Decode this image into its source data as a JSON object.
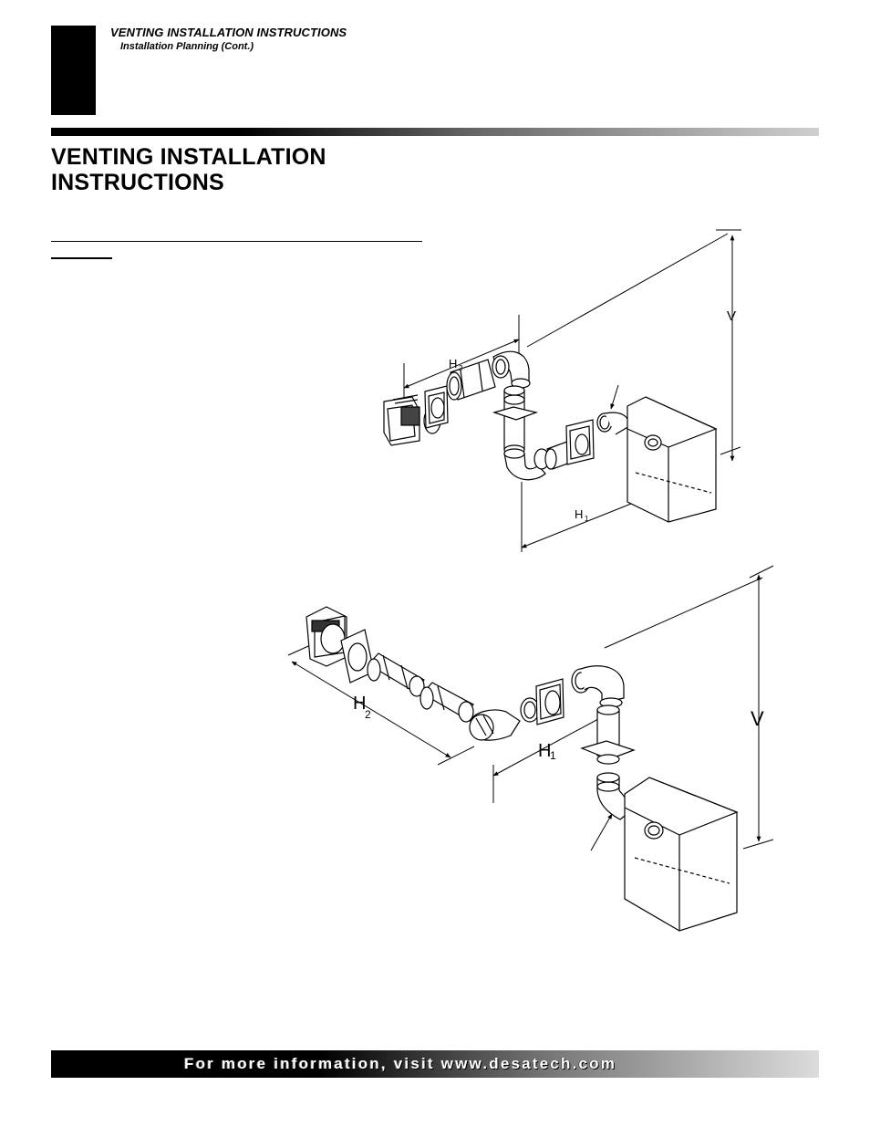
{
  "header": {
    "section_title": "VENTING INSTALLATION INSTRUCTIONS",
    "subsection": "Installation Planning (Cont.)"
  },
  "page_title": "VENTING INSTALLATION INSTRUCTIONS",
  "figure_top": {
    "labels": {
      "v": "V",
      "h1": "H",
      "h1_sub": "1",
      "h2": "H",
      "h2_sub": "2"
    }
  },
  "figure_bottom": {
    "labels": {
      "v": "V",
      "h1": "H",
      "h1_sub": "1",
      "h2": "H",
      "h2_sub": "2"
    }
  },
  "footer": {
    "text": "For more information, visit www.desatech.com"
  }
}
